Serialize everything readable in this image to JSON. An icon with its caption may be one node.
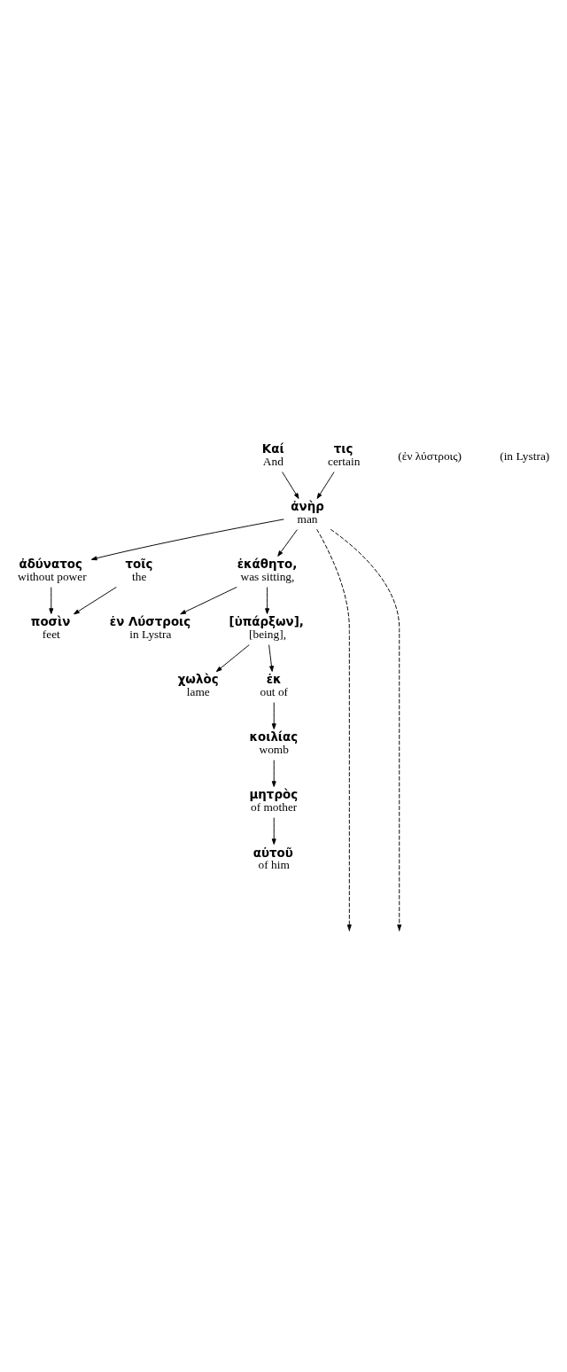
{
  "diagram": {
    "nodes": [
      {
        "text": [
          "Καί",
          "And"
        ]
      },
      {
        "text": [
          "τις",
          "certain"
        ]
      },
      {
        "text": [
          "ἀνὴρ",
          "man"
        ]
      },
      {
        "text": [
          "ἐν Λύστροις",
          "in Lystra"
        ]
      },
      {
        "text": [
          "ἀδύνατος",
          "without power"
        ]
      },
      {
        "text": [
          "τοῖς",
          "the"
        ]
      },
      {
        "text": [
          "ποσὶν",
          "feet"
        ]
      },
      {
        "text": [
          "ἐκάθητο,",
          "was sitting,"
        ]
      },
      {
        "text": [
          "χωλὸς",
          "lame"
        ]
      },
      {
        "text": [
          "ἐκ",
          "out of"
        ]
      },
      {
        "text": [
          "κοιλίας",
          "womb"
        ]
      },
      {
        "text": [
          "μητρὸς",
          "of mother"
        ]
      },
      {
        "text": [
          "αὐτοῦ",
          "of him"
        ]
      },
      {
        "text": [
          "[ὑπάρξων],",
          "[being],"
        ]
      }
    ],
    "edges": [
      {
        "from": 0,
        "to": 2,
        "arrow": "to"
      },
      {
        "from": 1,
        "to": 2,
        "arrow": "to"
      },
      {
        "from": 2,
        "to": 4,
        "arrow": "to"
      },
      {
        "from": 4,
        "to": 6,
        "arrow": "to"
      },
      {
        "from": 5,
        "to": 6,
        "arrow": "to"
      },
      {
        "from": 2,
        "to": 7,
        "arrow": "to"
      },
      {
        "from": 7,
        "to": 3,
        "arrow": "to"
      },
      {
        "from": 7,
        "to": 13,
        "arrow": "to"
      },
      {
        "from": 13,
        "to": 8,
        "arrow": "to"
      },
      {
        "from": 13,
        "to": 9,
        "arrow": "to"
      },
      {
        "from": 9,
        "to": 10,
        "arrow": "to"
      },
      {
        "from": 10,
        "to": 11,
        "arrow": "to"
      },
      {
        "from": 11,
        "to": 12,
        "arrow": "to"
      },
      {
        "from": 2,
        "to": null,
        "arrow": "to",
        "style": "dashed"
      },
      {
        "from": 2,
        "to": null,
        "arrow": "to",
        "style": "dashed"
      }
    ],
    "labels": [
      "(ἐν λύστροις)",
      "(in Lystra)"
    ]
  }
}
